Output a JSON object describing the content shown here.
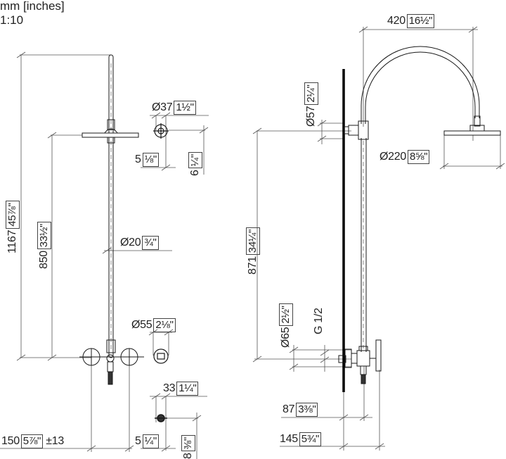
{
  "header": {
    "units": "mm [inches]",
    "scale": "1:10"
  },
  "colors": {
    "line": "#1a1a1a",
    "dim_line": "#555555",
    "wall": "#000000",
    "background": "#ffffff"
  },
  "front_view": {
    "dimensions": {
      "total_height": {
        "mm": "1167",
        "in": "45⅞\""
      },
      "head_height": {
        "mm": "850",
        "in": "33½\""
      },
      "pipe_diameter": {
        "mm": "Ø20",
        "in": "¾\""
      },
      "outlet_diameter": {
        "mm": "Ø55",
        "in": "2⅛\""
      },
      "handle_spacing": {
        "mm": "150",
        "in": "5⅞\"",
        "tolerance": "±13"
      }
    }
  },
  "detail_top": {
    "diameter": {
      "mm": "Ø37",
      "in": "1½\""
    },
    "offset_a": {
      "mm": "5",
      "in": "⅛\""
    },
    "offset_b": {
      "mm": "6",
      "in": "¼\""
    }
  },
  "detail_bottom": {
    "width": {
      "mm": "33",
      "in": "1¼\""
    },
    "offset_a": {
      "mm": "5",
      "in": "¼\""
    },
    "offset_b": {
      "mm": "8",
      "in": "⅜\""
    }
  },
  "side_view": {
    "dimensions": {
      "arm_reach": {
        "mm": "420",
        "in": "16½\""
      },
      "wall_flange_diameter": {
        "mm": "Ø57",
        "in": "2¼\""
      },
      "head_diameter": {
        "mm": "Ø220",
        "in": "8⅝\""
      },
      "head_height": {
        "mm": "871",
        "in": "34¼\""
      },
      "mixer_flange_diameter": {
        "mm": "Ø65",
        "in": "2½\""
      },
      "thread": "G 1/2",
      "projection_pipe": {
        "mm": "87",
        "in": "3⅜\""
      },
      "projection_handle": {
        "mm": "145",
        "in": "5¾\""
      }
    }
  }
}
